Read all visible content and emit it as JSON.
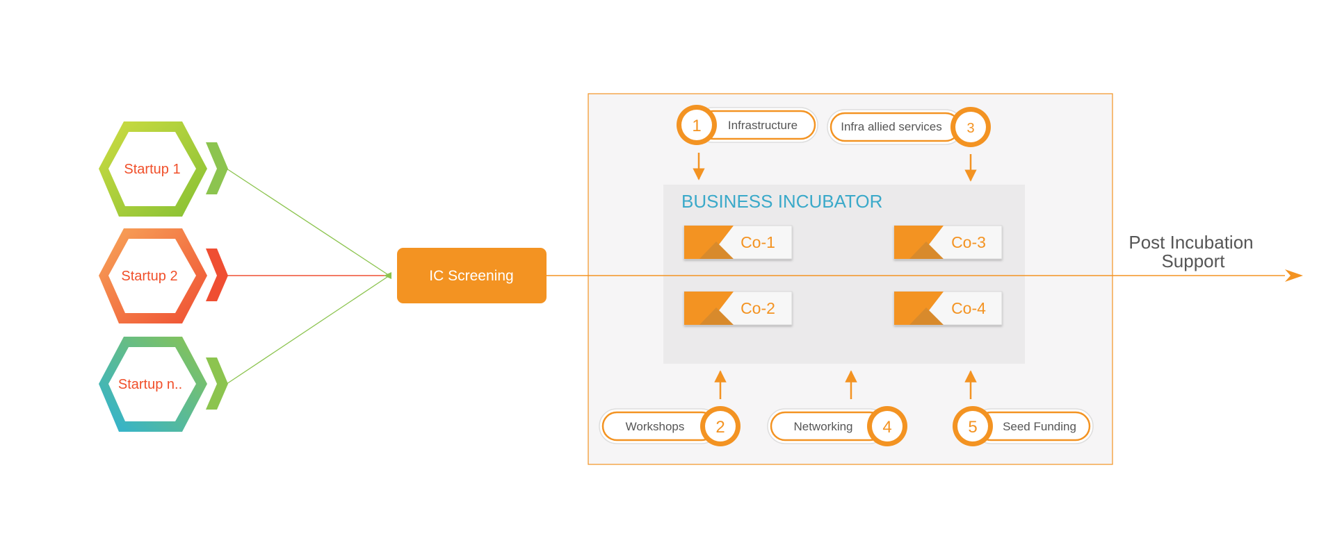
{
  "startups": [
    {
      "label": "Startup 1"
    },
    {
      "label": "Startup 2"
    },
    {
      "label": "Startup n.."
    }
  ],
  "screening": {
    "label": "IC Screening"
  },
  "incubator": {
    "title": "BUSINESS INCUBATOR",
    "companies": [
      {
        "label": "Co-1"
      },
      {
        "label": "Co-3"
      },
      {
        "label": "Co-2"
      },
      {
        "label": "Co-4"
      }
    ]
  },
  "services": [
    {
      "number": "1",
      "label": "Infrastructure"
    },
    {
      "number": "3",
      "label": "Infra allied services"
    },
    {
      "number": "2",
      "label": "Workshops"
    },
    {
      "number": "4",
      "label": "Networking"
    },
    {
      "number": "5",
      "label": "Seed Funding"
    }
  ],
  "exit": {
    "line1": "Post Incubation",
    "line2": "Support"
  },
  "colors": {
    "orange": "#f39322",
    "startup_label": "#f04f2a",
    "incubator_title": "#3aa9c9",
    "panel_bg": "#f6f5f6",
    "inner_bg": "#ebeaeb",
    "service_text": "#555555",
    "exit_text": "#555555"
  }
}
